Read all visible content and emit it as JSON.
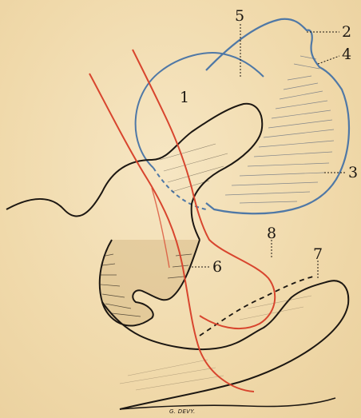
{
  "figure": {
    "labels": [
      "1",
      "2",
      "3",
      "4",
      "5",
      "6",
      "7",
      "8"
    ],
    "signature": "G. DEVY."
  },
  "colors": {
    "paper": "#f1dcb0",
    "ink": "#1c1712",
    "blue_outline": "#4f78a6",
    "red_line": "#d8452e"
  }
}
